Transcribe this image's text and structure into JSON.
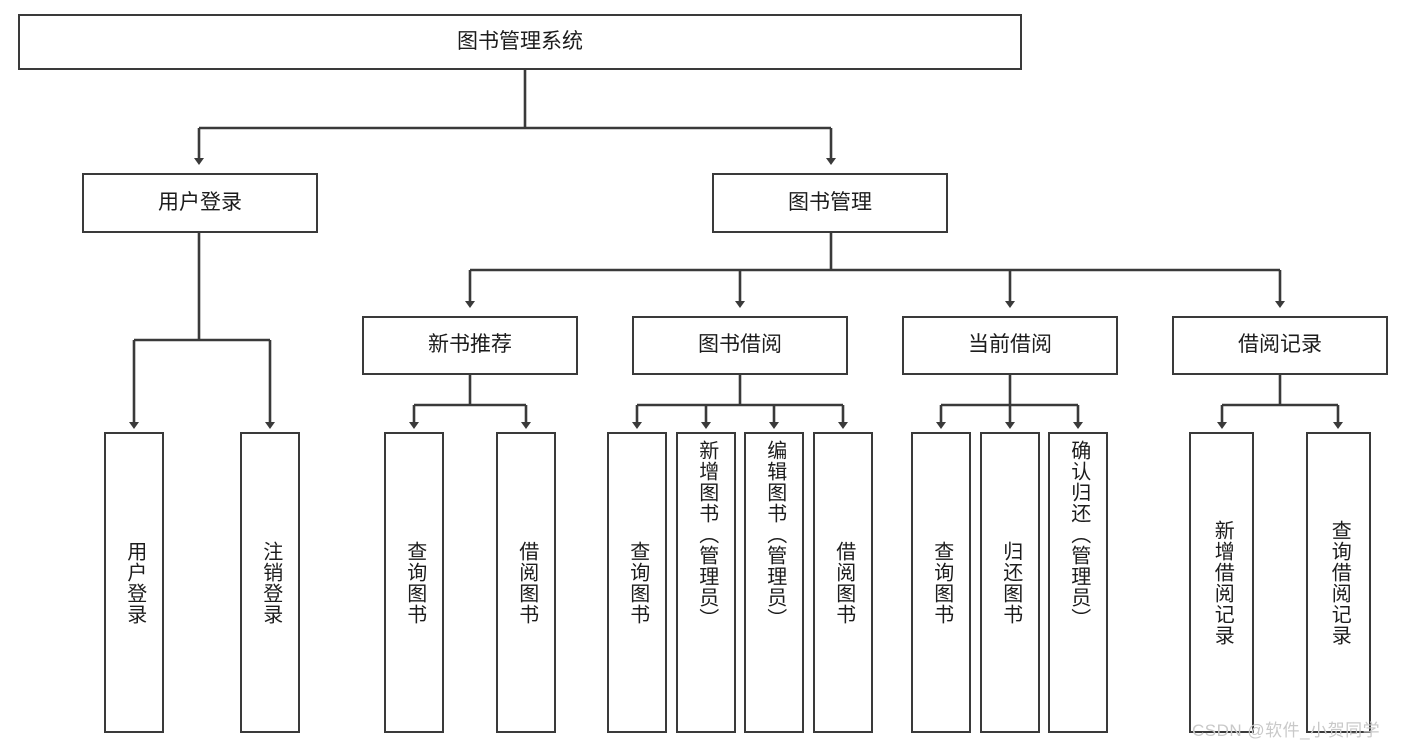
{
  "diagram": {
    "title": "图书管理系统",
    "type": "tree-hierarchy-chart",
    "root": {
      "label": "图书管理系统"
    },
    "level2": [
      {
        "label": "用户登录"
      },
      {
        "label": "图书管理"
      }
    ],
    "level3": [
      {
        "label": "新书推荐"
      },
      {
        "label": "图书借阅"
      },
      {
        "label": "当前借阅"
      },
      {
        "label": "借阅记录"
      }
    ],
    "leaves": {
      "user_login": [
        {
          "label": "用户登录"
        },
        {
          "label": "注销登录"
        }
      ],
      "new_book_recommend": [
        {
          "label": "查询图书"
        },
        {
          "label": "借阅图书"
        }
      ],
      "book_borrow": [
        {
          "label": "查询图书"
        },
        {
          "label": "新增图书（管理员）"
        },
        {
          "label": "编辑图书（管理员）"
        },
        {
          "label": "借阅图书"
        }
      ],
      "current_borrow": [
        {
          "label": "查询图书"
        },
        {
          "label": "归还图书"
        },
        {
          "label": "确认归还（管理员）"
        }
      ],
      "borrow_record": [
        {
          "label": "新增借阅记录"
        },
        {
          "label": "查询借阅记录"
        }
      ]
    }
  },
  "watermark": {
    "text": "CSDN @软件_小贺同学"
  },
  "colors": {
    "stroke": "#3a3a3a",
    "text": "#1c1c1c",
    "background": "#ffffff",
    "watermark": "#c9c9c9"
  }
}
